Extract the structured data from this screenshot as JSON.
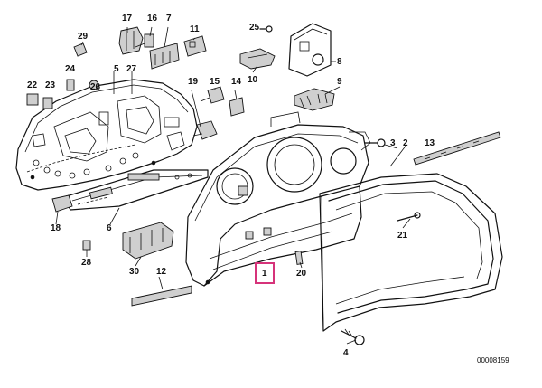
{
  "diagram": {
    "drawing_number": "00008159",
    "highlighted_part": "1",
    "callouts": [
      {
        "id": "c1",
        "label": "1"
      },
      {
        "id": "c2",
        "label": "2"
      },
      {
        "id": "c3",
        "label": "3"
      },
      {
        "id": "c4",
        "label": "4"
      },
      {
        "id": "c5",
        "label": "5"
      },
      {
        "id": "c6",
        "label": "6"
      },
      {
        "id": "c7",
        "label": "7"
      },
      {
        "id": "c8",
        "label": "8"
      },
      {
        "id": "c9",
        "label": "9"
      },
      {
        "id": "c10",
        "label": "10"
      },
      {
        "id": "c11",
        "label": "11"
      },
      {
        "id": "c12",
        "label": "12"
      },
      {
        "id": "c13",
        "label": "13"
      },
      {
        "id": "c14",
        "label": "14"
      },
      {
        "id": "c15",
        "label": "15"
      },
      {
        "id": "c16",
        "label": "16"
      },
      {
        "id": "c17",
        "label": "17"
      },
      {
        "id": "c19",
        "label": "19"
      },
      {
        "id": "c20",
        "label": "20"
      },
      {
        "id": "c21",
        "label": "21"
      },
      {
        "id": "c22",
        "label": "22"
      },
      {
        "id": "c23",
        "label": "23"
      },
      {
        "id": "c24",
        "label": "24"
      },
      {
        "id": "c25",
        "label": "25"
      },
      {
        "id": "c26",
        "label": "26"
      },
      {
        "id": "c27",
        "label": "27"
      },
      {
        "id": "c28",
        "label": "28"
      },
      {
        "id": "c29",
        "label": "29"
      },
      {
        "id": "c30",
        "label": "30"
      },
      {
        "id": "c18",
        "label": "18"
      }
    ]
  }
}
